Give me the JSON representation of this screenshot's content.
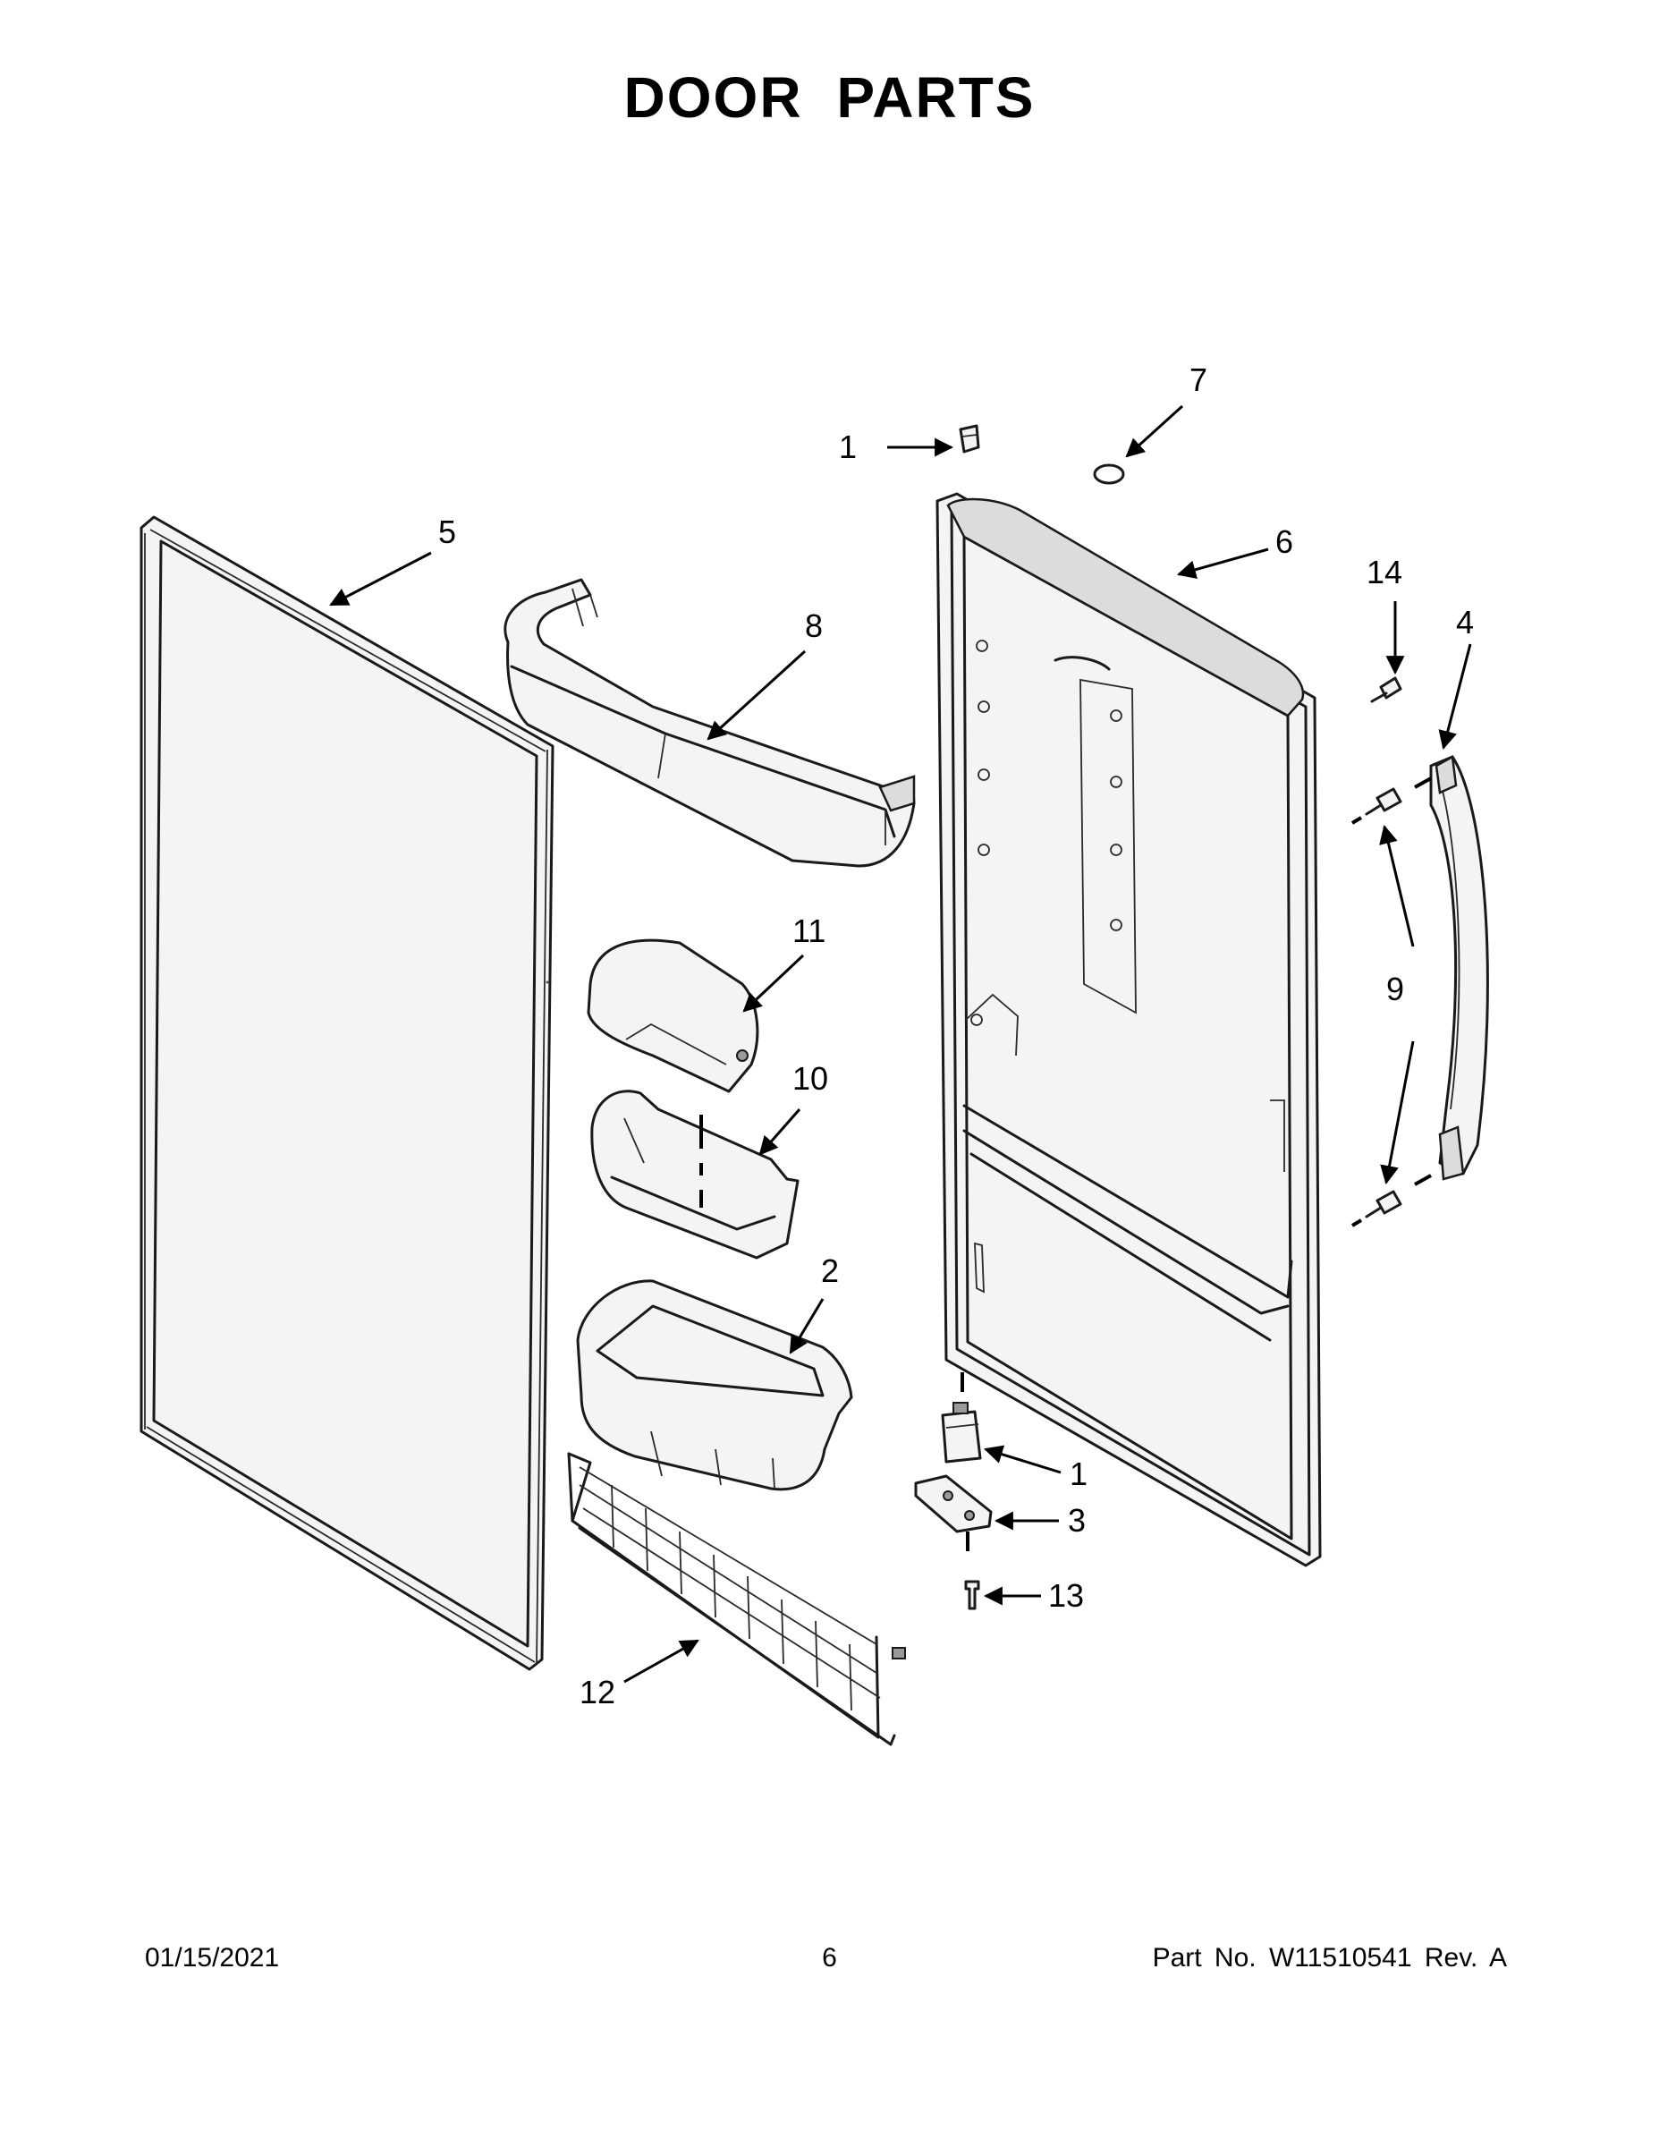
{
  "title": "DOOR PARTS",
  "footer": {
    "date": "01/15/2021",
    "page": "6",
    "part_info": "Part No.  W11510541  Rev.  A"
  },
  "callouts": [
    "1",
    "7",
    "5",
    "6",
    "14",
    "4",
    "8",
    "9",
    "11",
    "10",
    "2",
    "1",
    "3",
    "13",
    "12"
  ]
}
